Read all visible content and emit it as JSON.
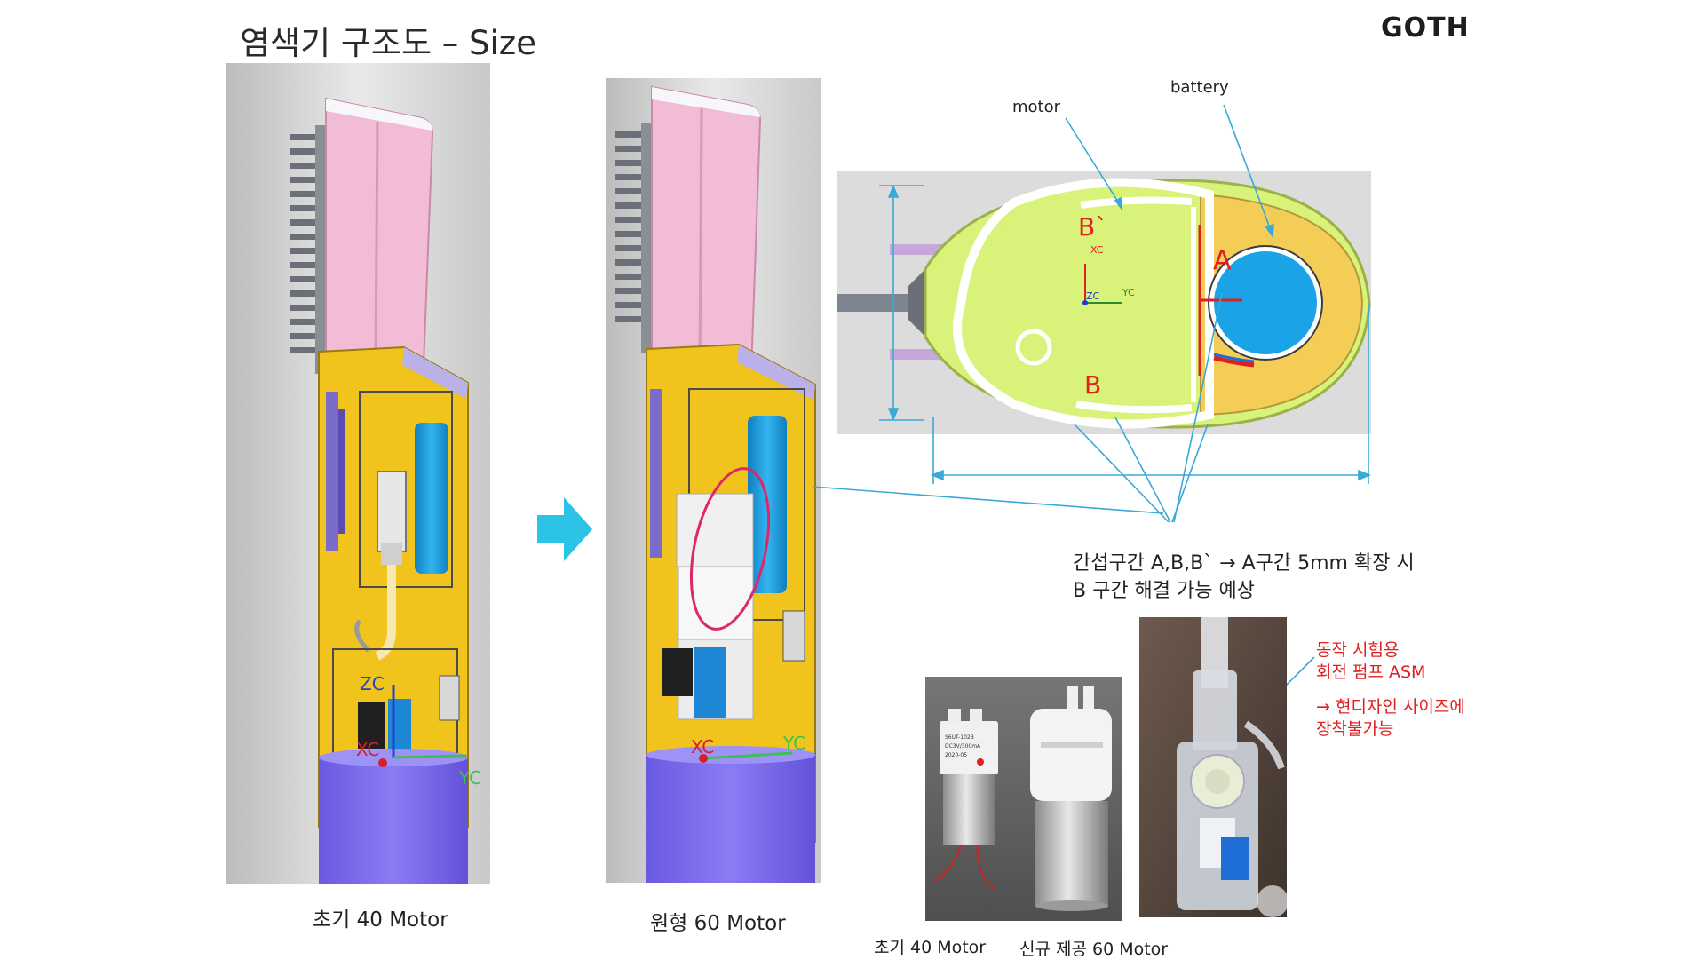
{
  "slide": {
    "title": "염색기 구조도 – Size",
    "brand": "GOTH"
  },
  "captions": {
    "left_device": "초기 40  Motor",
    "right_device": "원형 60 Motor",
    "photo_small_motor": "초기 40  Motor",
    "photo_large_motor": "신규 제공 60 Motor"
  },
  "cross_section": {
    "label_motor": "motor",
    "label_battery": "battery",
    "mark_b_prime": "B`",
    "mark_a": "A",
    "mark_b": "B",
    "axis_xc": "XC",
    "axis_yc": "YC",
    "axis_zc": "ZC"
  },
  "device_axes": {
    "zc": "ZC",
    "xc": "XC",
    "yc": "YC"
  },
  "notes": {
    "interference_line1": "간섭구간 A,B,B`  → A구간 5mm 확장 시",
    "interference_line2": "B 구간 해결 가능 예상",
    "pump_line1": "동작 시험용",
    "pump_line2": "회전 펌프 ASM",
    "pump_line3": "→ 현디자인 사이즈에",
    "pump_line4": "장착불가능"
  },
  "motor_label_lines": [
    "S6UT-102B",
    "DC3V/300mA",
    "2020-05"
  ],
  "colors": {
    "pink": "#f2bcd6",
    "yellow": "#f0c41c",
    "purple": "#7b6bf0",
    "blue_battery": "#1aa3e6",
    "lime": "#d9f27a",
    "cyan_arrow": "#2cc3e6",
    "red_mark": "#e02020",
    "annotation": "#3aa9d6"
  }
}
